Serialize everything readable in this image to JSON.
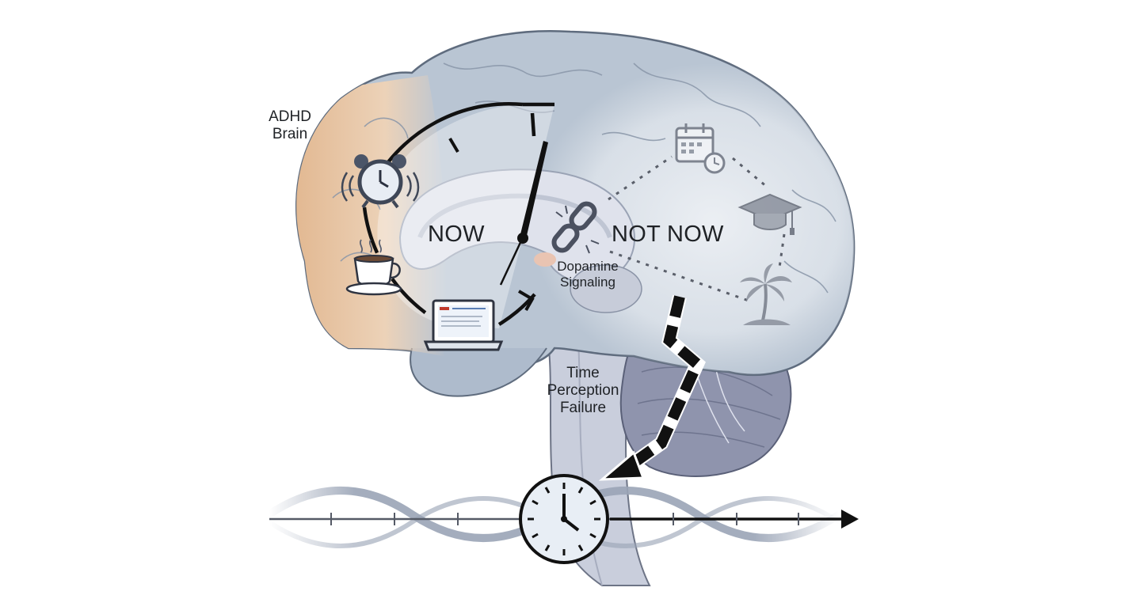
{
  "labels": {
    "adhd_brain": "ADHD\nBrain",
    "now": "NOW",
    "not_now": "NOT NOW",
    "dopamine": "Dopamine\nSignaling",
    "time_failure": "Time\nPerception\nFailure"
  },
  "icons": {
    "now_side": [
      "alarm-clock-icon",
      "coffee-cup-icon",
      "laptop-icon"
    ],
    "not_now_side": [
      "calendar-clock-icon",
      "graduation-cap-icon",
      "palm-tree-icon"
    ],
    "center": "broken-chain-icon",
    "timeline": "clock-icon"
  },
  "colors": {
    "brain": "#b9c5d3",
    "brain_outline": "#5f6c7e",
    "frontal_lobe": "#e6c2a0",
    "ink": "#111111",
    "fog": "#e4e8ee"
  }
}
